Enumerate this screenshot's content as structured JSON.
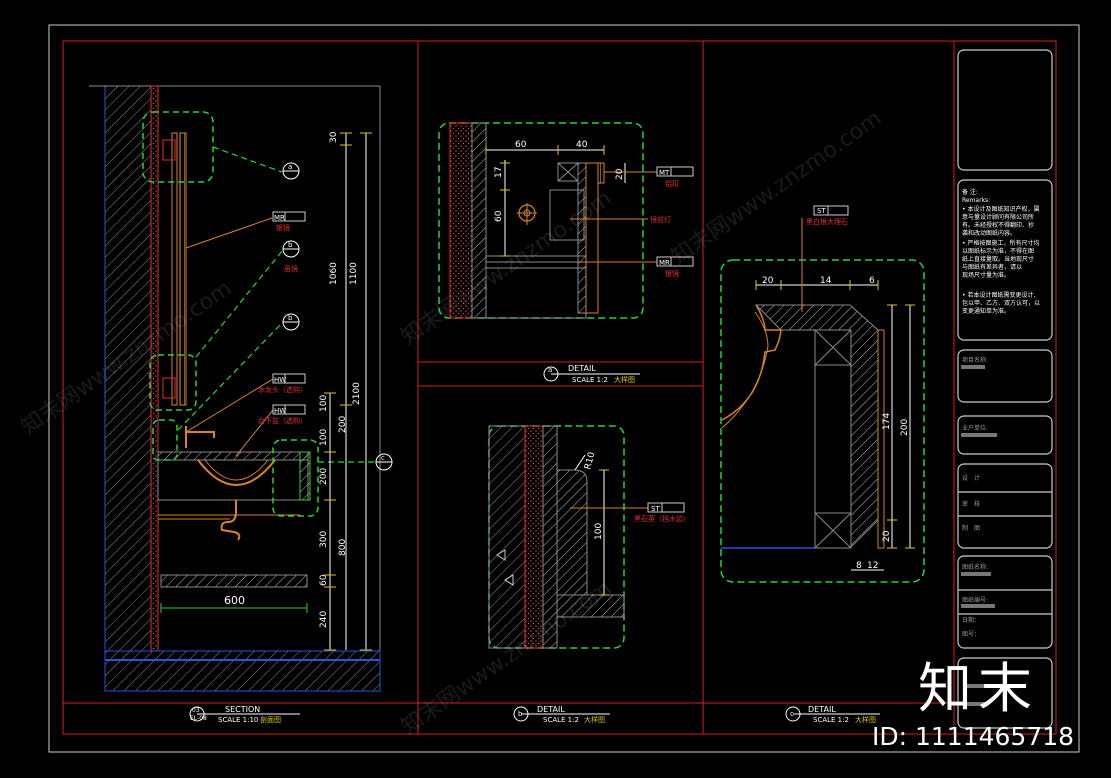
{
  "colors": {
    "background": "#000000",
    "frame": "#d61f1f",
    "green": "#28d23a",
    "orange": "#d8822a",
    "yellow": "#e0c21a",
    "white": "#ffffff",
    "cyan": "#38d7e8",
    "blue": "#2c52e0",
    "grey": "#8a8a8a"
  },
  "section_a": {
    "dims_right": [
      "30",
      "1060",
      "1100",
      "2100",
      "100",
      "200",
      "100",
      "200",
      "300",
      "800",
      "60",
      "240"
    ],
    "width_dim": "600",
    "tag_mr": "MR",
    "tag_mr_text": "银镜",
    "tag_mr_label": "层镜",
    "tag_hw1": "HW",
    "tag_hw1_text": "水龙头（选购）",
    "tag_hw2": "HW",
    "tag_hw2_text": "台下盆（选购）",
    "callout_a": "a",
    "callout_b1": "b",
    "callout_b2": "b",
    "callout_c": "c",
    "title_num": "03",
    "title_ref": "EL-08",
    "title": "SECTION",
    "scale": "SCALE 1:10",
    "subtitle": "剖面图"
  },
  "detail_a": {
    "dims": [
      "60",
      "40",
      "17",
      "20",
      "60"
    ],
    "tag_mt": "MT",
    "tag_mt_text": "铝扣",
    "lamp_text": "镜前灯",
    "tag_mr": "MR",
    "tag_mr_text": "银镜",
    "callout": "a",
    "title": "DETAIL",
    "scale": "SCALE 1:2",
    "subtitle": "大样图"
  },
  "detail_b": {
    "dims": [
      "R10",
      "100"
    ],
    "tag_st": "ST",
    "tag_st_text": "黑石英（挡水边）",
    "callout": "b",
    "title": "DETAIL",
    "scale": "SCALE 1:2",
    "subtitle": "大样图"
  },
  "detail_c": {
    "dims": [
      "20",
      "14",
      "6",
      "174",
      "200",
      "20",
      "8",
      "12"
    ],
    "tag_st": "ST",
    "tag_st_text": "黑白根大理石",
    "callout": "c",
    "title": "DETAIL",
    "scale": "SCALE 1:2",
    "subtitle": "大样图"
  },
  "title_block": {
    "remarks_title": "备 注:",
    "remarks_en": "Remarks:",
    "remarks_lines": [
      "• 本设计及图纸知识产权，属",
      "意与量设计顾问有限公司所",
      "有。未经授权不得翻印、抄",
      "袭和改动图纸内容。",
      "• 严格按图施工，所有尺寸均",
      "以图纸标示为准，不得在图",
      "纸上直接量取。当地现尺寸",
      "与图纸有差异者，请以",
      "现场尺寸量为准。",
      "• 若本设计图纸需变更设计,",
      "包以甲、乙方、双方认可，以",
      "变更通知单为准。"
    ],
    "project_name_label": "项目名称:",
    "client_label": "业户单位:",
    "design_label": "设　计",
    "check_label": "审　核",
    "drawn_label": "制　图",
    "drawing_name_label": "图纸名称:",
    "drawing_no_label": "图纸编号:",
    "date_label": "日期：",
    "sheet_label": "图号："
  },
  "watermark": {
    "text": "知末网www.znzmo.com",
    "brand": "知末",
    "id": "ID: 1111465718"
  }
}
